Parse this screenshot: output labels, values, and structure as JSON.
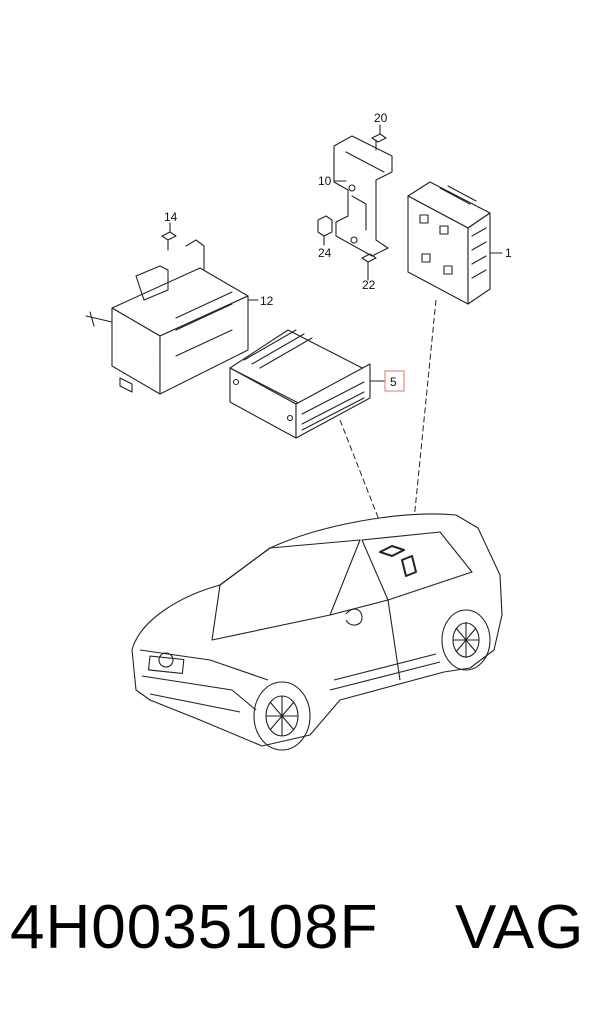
{
  "callouts": {
    "c20": "20",
    "c10": "10",
    "c14": "14",
    "c24": "24",
    "c22": "22",
    "c1": "1",
    "c12": "12",
    "c5": "5"
  },
  "caption": {
    "part_number": "4H0035108F",
    "brand": "VAG"
  },
  "colors": {
    "line": "#222222",
    "highlight_box": "#e88a8a",
    "background": "#ffffff"
  }
}
